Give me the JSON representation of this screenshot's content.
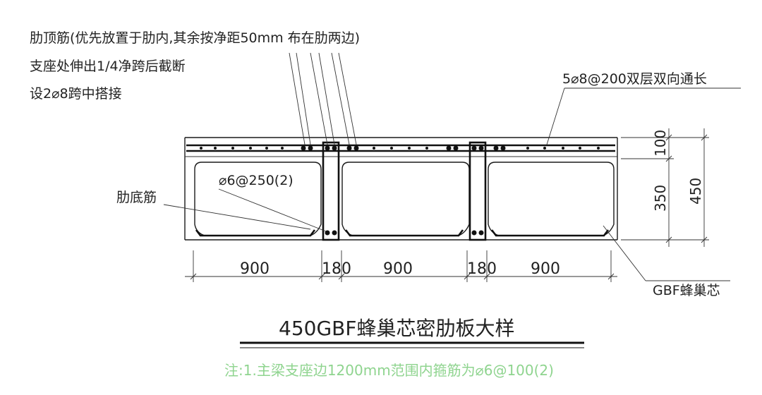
{
  "labels": {
    "rib_top_bar_line1": "肋顶筋(优先放置于肋内,其余按净距50mm 布在肋两边)",
    "rib_top_bar_line2": "支座处伸出1/4净跨后截断",
    "rib_top_bar_line3": "设2⌀8跨中搭接",
    "slab_top_bar": "5⌀8@200双层双向通长",
    "stirrup": "⌀6@250(2)",
    "rib_bottom_bar": "肋底筋",
    "core": "GBF蜂巢芯"
  },
  "dimensions": {
    "horizontal": [
      "900",
      "180",
      "900",
      "180",
      "900"
    ],
    "vertical_top": "100",
    "vertical_mid": "350",
    "vertical_total": "450"
  },
  "title": "450GBF蜂巢芯密肋板大样",
  "note": "注:1.主梁支座边1200mm范围内箍筋为⌀6@100(2)",
  "colors": {
    "line": "#1a1a1a",
    "note": "#8fd48f"
  }
}
